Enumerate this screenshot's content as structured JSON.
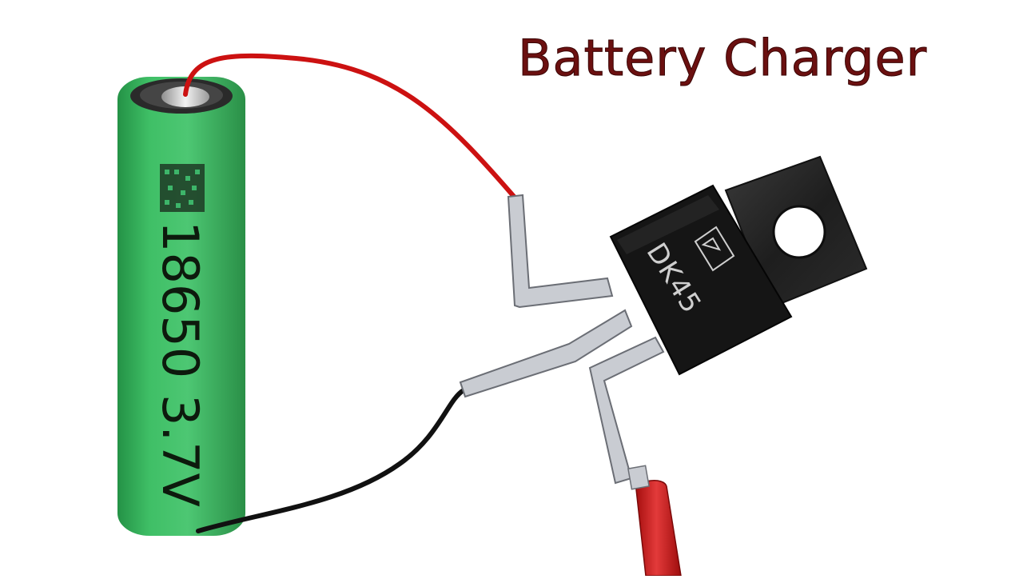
{
  "title": "Battery Charger",
  "battery": {
    "label": "18650 3.7V",
    "color": "#3db56a"
  },
  "component": {
    "marking": "DK45"
  },
  "wires": {
    "positive_color": "#e01010",
    "negative_color": "#111111"
  }
}
